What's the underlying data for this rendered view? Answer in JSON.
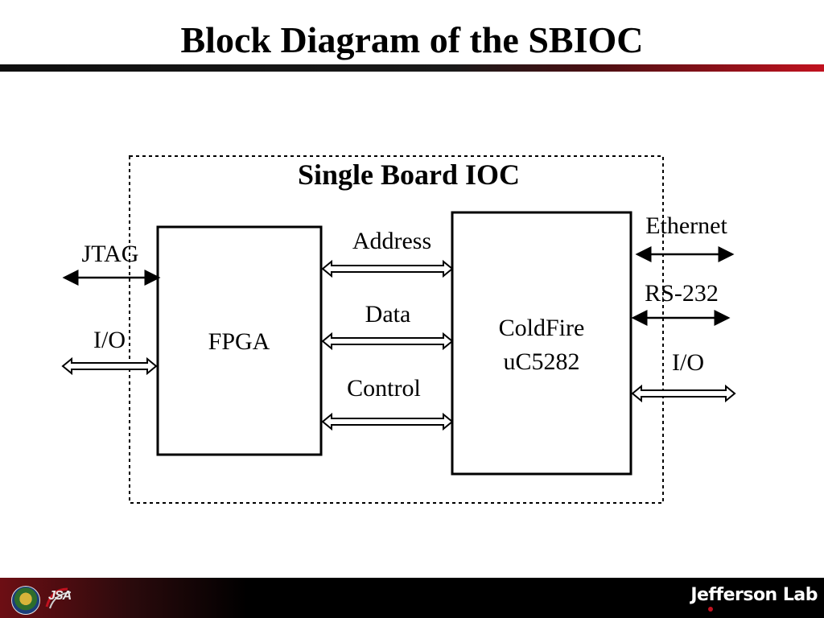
{
  "slide": {
    "title": "Block Diagram of the SBIOC"
  },
  "diagram": {
    "board_label": "Single Board IOC",
    "fpga_label": "FPGA",
    "coldfire_line1": "ColdFire",
    "coldfire_line2": "uC5282",
    "bus_labels": {
      "address": "Address",
      "data": "Data",
      "control": "Control"
    },
    "left_ports": {
      "jtag": "JTAG",
      "io": "I/O"
    },
    "right_ports": {
      "ethernet": "Ethernet",
      "rs232": "RS-232",
      "io": "I/O"
    }
  },
  "footer": {
    "jsa_logo_text": "JSA",
    "lab_logo_text": "Jefferson Lab",
    "emblem_icon": "doe-seal-icon"
  },
  "colors": {
    "accent_red": "#c1121f",
    "bar_dark": "#111111",
    "footer_black": "#000000"
  }
}
